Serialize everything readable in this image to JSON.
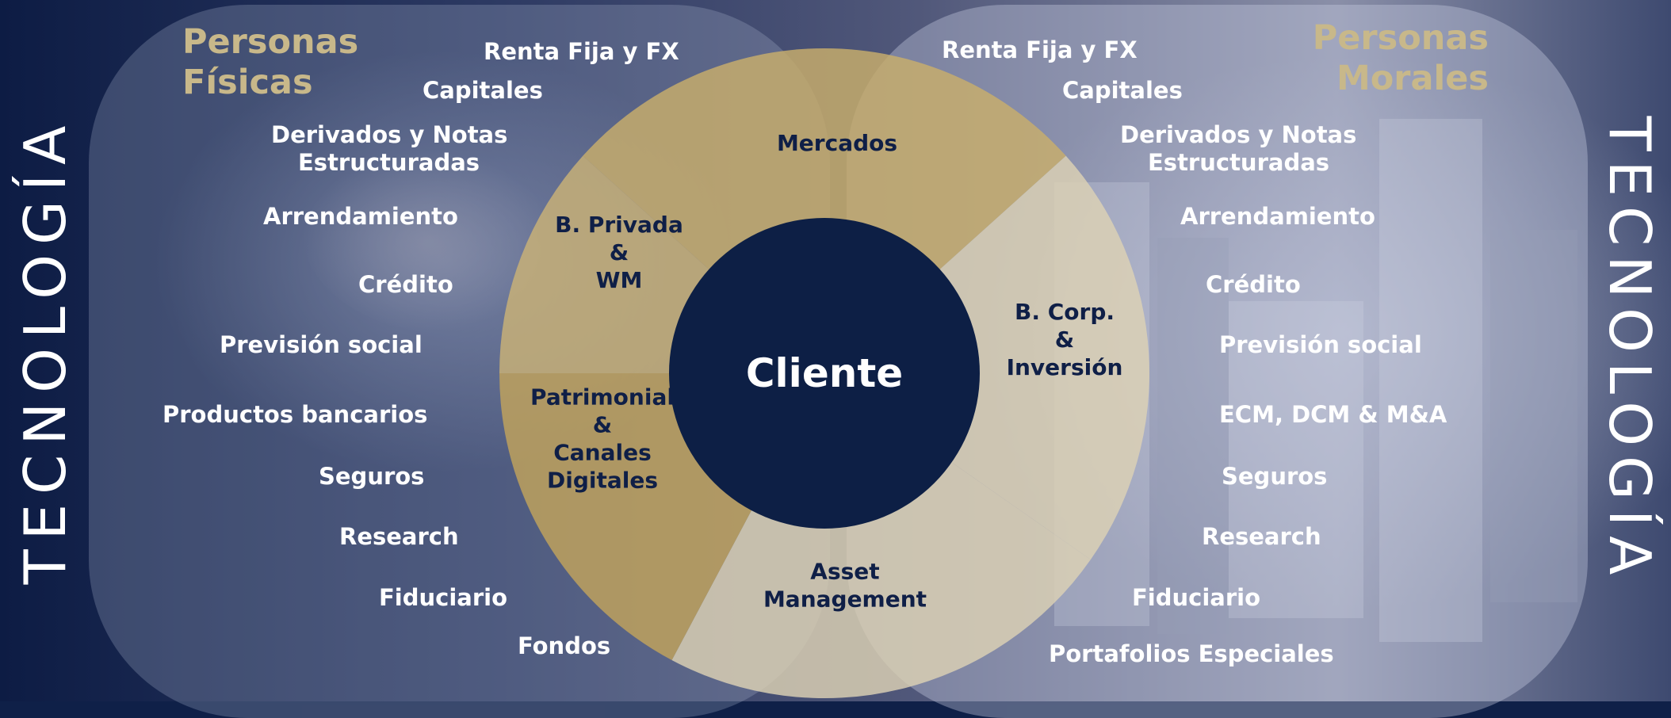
{
  "side_label": "TECNOLOGÍA",
  "left_group": {
    "title_line1": "Personas",
    "title_line2": "Físicas",
    "items": [
      "Renta Fija y FX",
      "Capitales",
      "Derivados y Notas",
      "Estructuradas",
      "Arrendamiento",
      "Crédito",
      "Previsión  social",
      "Productos bancarios",
      "Seguros",
      "Research",
      "Fiduciario",
      "Fondos"
    ]
  },
  "right_group": {
    "title_line1": "Personas",
    "title_line2": "Morales",
    "items": [
      "Renta Fija y FX",
      "Capitales",
      "Derivados y Notas",
      "Estructuradas",
      "Arrendamiento",
      "Crédito",
      "Previsión social",
      "ECM, DCM & M&A",
      "Seguros",
      "Research",
      "Fiduciario",
      "Portafolios Especiales"
    ]
  },
  "wheel": {
    "center": "Cliente",
    "segments": [
      {
        "lines": [
          "Mercados"
        ],
        "color": "#c9af6b"
      },
      {
        "lines": [
          "B. Corp.",
          "&",
          "Inversión"
        ],
        "color": "#ddd2b4"
      },
      {
        "lines": [
          "Asset",
          "Management"
        ],
        "color": "#ddd2b4"
      },
      {
        "lines": [
          "Patrimonial",
          "&",
          "Canales",
          "Digitales"
        ],
        "color": "#c2a35c"
      },
      {
        "lines": [
          "B. Privada",
          "&",
          "WM"
        ],
        "color": "#cbb276"
      }
    ],
    "colors": {
      "center": "#0d1f45",
      "label": "#0f1f47"
    }
  }
}
